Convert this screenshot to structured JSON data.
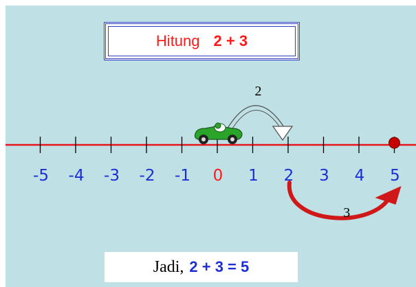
{
  "title": {
    "word": "Hitung",
    "expression": "2 + 3"
  },
  "number_line": {
    "ticks": [
      {
        "value": -5,
        "label": "-5",
        "color": "#1c2fd4"
      },
      {
        "value": -4,
        "label": "-4",
        "color": "#1c2fd4"
      },
      {
        "value": -3,
        "label": "-3",
        "color": "#1c2fd4"
      },
      {
        "value": -2,
        "label": "-2",
        "color": "#1c2fd4"
      },
      {
        "value": -1,
        "label": "-1",
        "color": "#1c2fd4"
      },
      {
        "value": 0,
        "label": "0",
        "color": "#ff1a1a"
      },
      {
        "value": 1,
        "label": "1",
        "color": "#1c2fd4"
      },
      {
        "value": 2,
        "label": "2",
        "color": "#1c2fd4"
      },
      {
        "value": 3,
        "label": "3",
        "color": "#1c2fd4"
      },
      {
        "value": 4,
        "label": "4",
        "color": "#1c2fd4"
      },
      {
        "value": 5,
        "label": "5",
        "color": "#1c2fd4"
      }
    ],
    "line_color": "#e8141c",
    "marker_value": 5,
    "car_value": 0
  },
  "jumps": [
    {
      "from": 0,
      "to": 2,
      "label": "2",
      "style": "outline"
    },
    {
      "from": 2,
      "to": 5,
      "label": "3",
      "style": "filled"
    }
  ],
  "answer": {
    "word": "Jadi,",
    "expression": "2 + 3 = 5"
  },
  "colors": {
    "background": "#bfe0e4",
    "accent_red": "#ff1a1a",
    "accent_blue": "#1c2fd4",
    "car": "#2aa52a"
  },
  "icons": {
    "car": "race-car-icon",
    "marker": "red-dot-icon"
  }
}
